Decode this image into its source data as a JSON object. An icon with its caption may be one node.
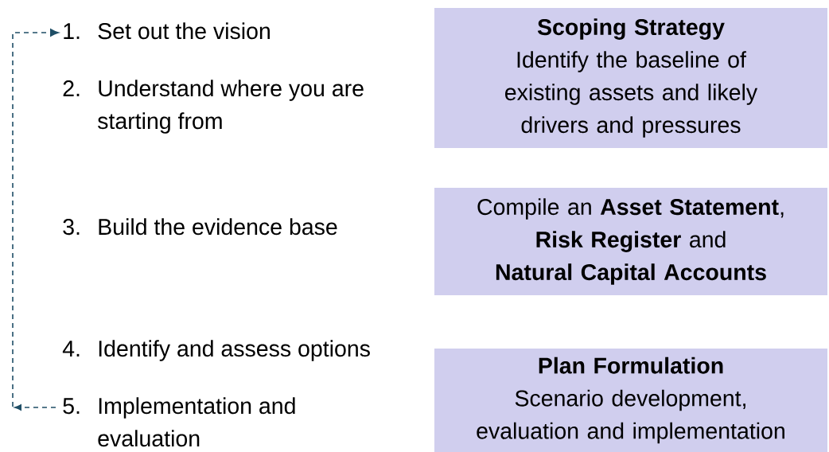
{
  "diagram": {
    "nodes": [
      {
        "text": [
          "1.",
          "Set out the vision"
        ]
      },
      {
        "text": [
          "2.",
          "Understand where you are starting from"
        ]
      },
      {
        "text": [
          "3.",
          "Build the evidence base"
        ]
      },
      {
        "text": [
          "4.",
          "Identify and assess options"
        ]
      },
      {
        "text": [
          "5.",
          "Implementation and evaluation"
        ]
      },
      {
        "text": [
          "Scoping Strategy",
          "Identify the baseline of existing assets and likely drivers and pressures"
        ]
      },
      {
        "text": [
          "Compile an **Asset Statement**, **Risk Register** and **Natural Capital Accounts**"
        ]
      },
      {
        "text": [
          "Plan Formulation",
          "Scenario development, evaluation and implementation"
        ]
      }
    ],
    "edges": [
      {
        "from": 4,
        "to": 0,
        "arrow": "to",
        "style": "dashed"
      }
    ]
  }
}
